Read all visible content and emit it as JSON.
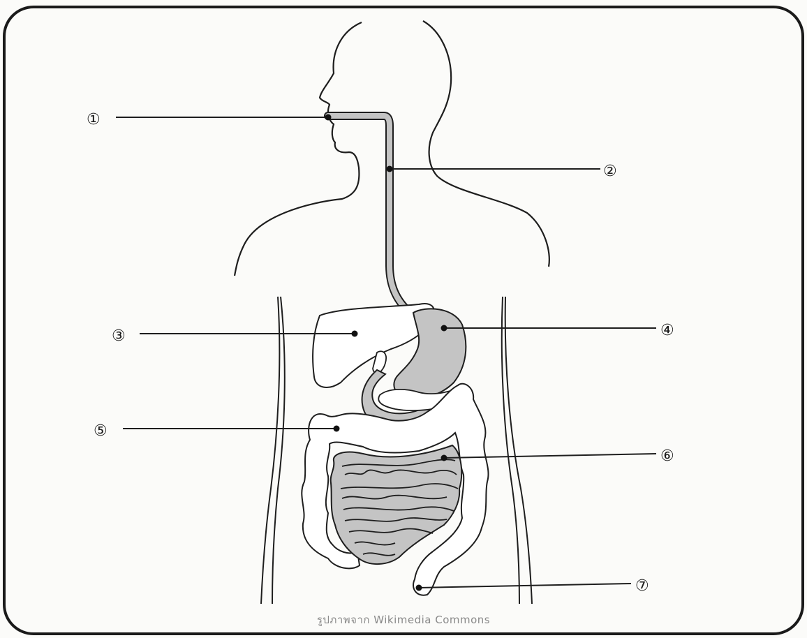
{
  "diagram": {
    "labels": [
      {
        "id": "1",
        "text": "①"
      },
      {
        "id": "2",
        "text": "②"
      },
      {
        "id": "3",
        "text": "③"
      },
      {
        "id": "4",
        "text": "④"
      },
      {
        "id": "5",
        "text": "⑤"
      },
      {
        "id": "6",
        "text": "⑥"
      },
      {
        "id": "7",
        "text": "⑦"
      }
    ],
    "credit": "รูปภาพจาก Wikimedia Commons",
    "colors": {
      "outline": "#1e1e1e",
      "organ_fill": "#c4c4c4",
      "white_fill": "#ffffff",
      "frame": "#1a1a1a"
    }
  }
}
